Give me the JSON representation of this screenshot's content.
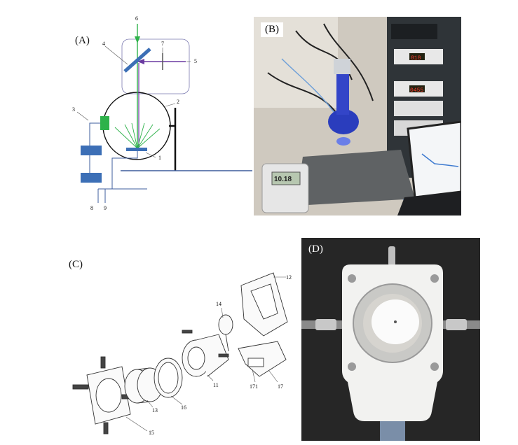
{
  "panels": {
    "a": {
      "letter": "(A)",
      "numbers": [
        "1",
        "2",
        "3",
        "4",
        "5",
        "6",
        "7",
        "8",
        "9"
      ]
    },
    "b": {
      "letter": "(B)",
      "meter_reading": "10.18"
    },
    "c": {
      "letter": "(C)",
      "numbers": [
        "11",
        "12",
        "13",
        "14",
        "15",
        "16",
        "17",
        "171"
      ]
    },
    "d": {
      "letter": "(D)"
    }
  },
  "colors": {
    "blue_part": "#3c6fb6",
    "green_beam": "#2eb24a",
    "purple_beam": "#6a3aa0",
    "line_blue": "#3d5c9c"
  }
}
